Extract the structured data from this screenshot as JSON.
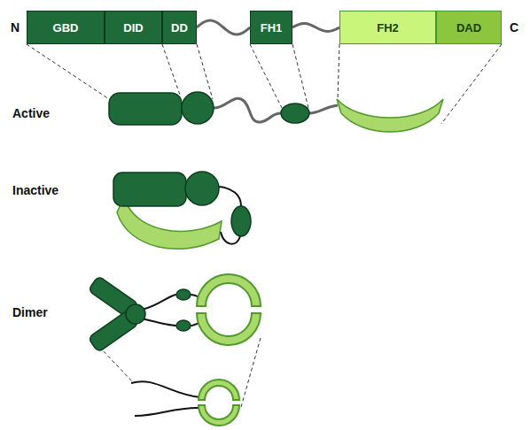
{
  "diagram": {
    "nodes": [
      {
        "text": [
          "GBD"
        ]
      },
      {
        "text": [
          "DID"
        ]
      },
      {
        "text": [
          "DD"
        ]
      },
      {
        "text": [
          "FH1"
        ]
      },
      {
        "text": [
          "FH2"
        ]
      },
      {
        "text": [
          "DAD"
        ]
      }
    ],
    "edges": [
      {
        "from": 2,
        "to": 3,
        "arrow": "none"
      },
      {
        "from": 3,
        "to": 4,
        "arrow": "none"
      }
    ],
    "labels": [
      "N",
      "C",
      "Active",
      "Inactive",
      "Dimer"
    ]
  }
}
